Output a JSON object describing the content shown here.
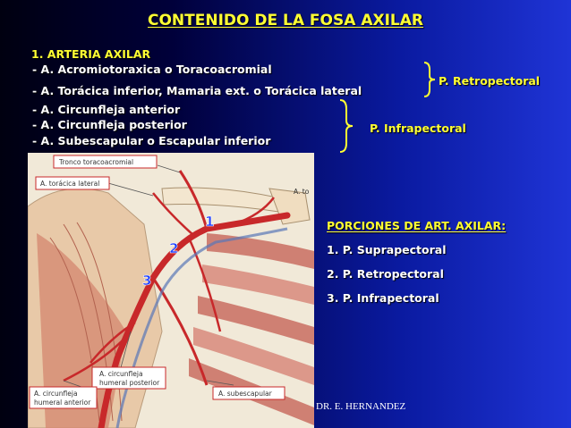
{
  "title": "CONTENIDO DE LA FOSA AXILAR",
  "heading": "1. ARTERIA AXILAR",
  "branches": [
    "- A. Acromiotoraxica o Toracoacromial",
    "- A. Torácica inferior, Mamaria  ext. o Torácica lateral",
    "- A. Circunfleja anterior",
    "- A. Circunfleja posterior",
    "- A. Subescapular o Escapular inferior"
  ],
  "groups": {
    "retropectoral": "P. Retropectoral",
    "infrapectoral": "P. Infrapectoral"
  },
  "portions": {
    "title": "PORCIONES DE ART. AXILAR:",
    "items": [
      "1.  P. Suprapectoral",
      "2.  P. Retropectoral",
      "3.  P. Infrapectoral"
    ]
  },
  "figure": {
    "labels": {
      "toraco": "Tronco toracoacromial",
      "toracica_lateral": "A. torácica lateral",
      "cut_label": "A. to",
      "circ_posterior_1": "A. circunfleja",
      "circ_posterior_2": "humeral posterior",
      "circ_anterior_1": "A. circunfleja",
      "circ_anterior_2": "humeral anterior",
      "subescapular": "A. subescapular"
    },
    "numbers": [
      "1",
      "2",
      "3"
    ]
  },
  "footer": "DR. E. HERNANDEZ",
  "colors": {
    "title": "#ffff33",
    "text": "#ffffff",
    "artery": "#c8282a",
    "label_border": "#c8282a",
    "number": "#1a3cff"
  }
}
